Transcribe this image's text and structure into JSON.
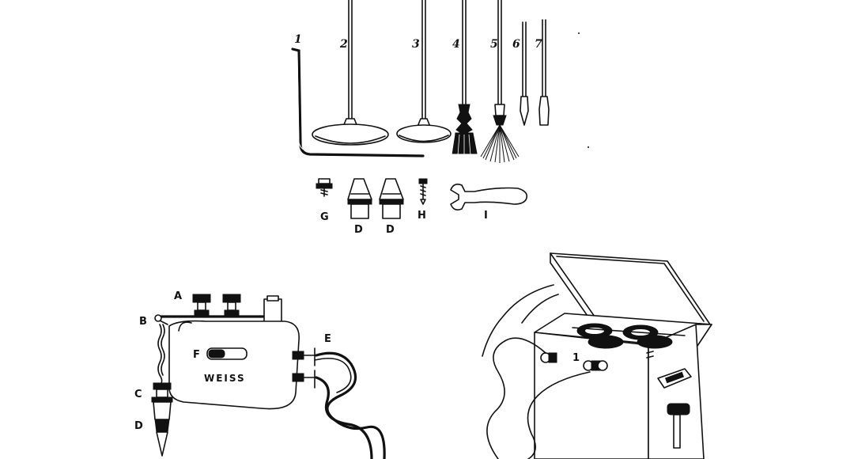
{
  "tools_top": {
    "labels": [
      "1",
      "2",
      "3",
      "4",
      "5",
      "6",
      "7"
    ]
  },
  "tools_parts": {
    "labels": [
      "G",
      "D",
      "D",
      "H",
      "I"
    ]
  },
  "battery_device": {
    "labels": [
      "A",
      "B",
      "C",
      "D",
      "E",
      "F"
    ],
    "brand": "WEISS"
  },
  "battery_box": {
    "labels": [
      "1"
    ]
  }
}
